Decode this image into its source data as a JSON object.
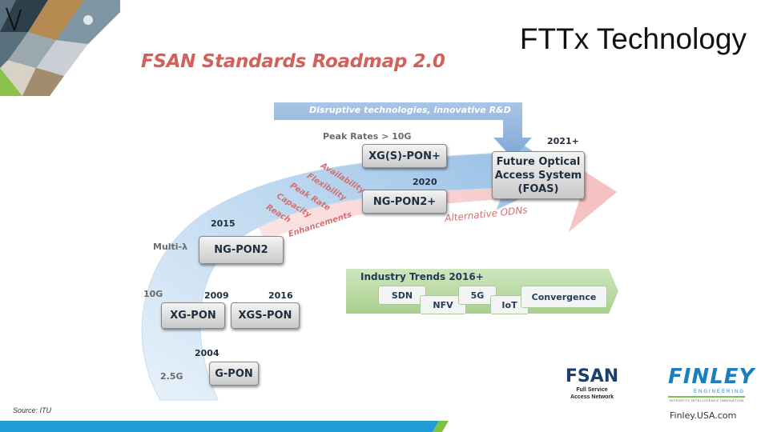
{
  "header": {
    "title": "FTTx Technology",
    "roadmap_title": "FSAN Standards Roadmap 2.0"
  },
  "diagram": {
    "disruptive_label": "Disruptive technologies, innovative R&D",
    "peak_rates_label": "Peak Rates > 10G",
    "alternative_odns_label": "Alternative ODNs",
    "enhancements_label": "Enhancements",
    "arrow_words": [
      "Availability",
      "Flexibility",
      "Peak Rate",
      "Capacity",
      "Reach"
    ],
    "years": {
      "y2021": "2021+",
      "y2020": "2020",
      "y2015": "2015",
      "y2009": "2009",
      "y2016": "2016",
      "y2004": "2004"
    },
    "rates": {
      "multi": "Multi-λ",
      "ten_g": "10G",
      "two_five_g": "2.5G"
    },
    "boxes": {
      "xgs_pon_plus": "XG(S)-PON+",
      "ng_pon2_plus": "NG-PON2+",
      "ng_pon2": "NG-PON2",
      "xg_pon": "XG-PON",
      "xgs_pon": "XGS-PON",
      "g_pon": "G-PON",
      "foas_line1": "Future Optical",
      "foas_line2": "Access System",
      "foas_line3": "(FOAS)"
    },
    "industry_trends": {
      "title": "Industry Trends 2016+",
      "items": [
        "SDN",
        "NFV",
        "5G",
        "IoT",
        "Convergence"
      ]
    }
  },
  "footer": {
    "source": "Source: ITU",
    "fsan_logo": "FSAN",
    "fsan_sub1": "Full Service",
    "fsan_sub2": "Access Network",
    "finley_logo": "FINLEY",
    "finley_sub1": "ENGINEERING",
    "finley_sub2": "INTEGRITY INTELLIGENCE INNOVATION",
    "website": "Finley.USA.com"
  },
  "colors": {
    "roadmap_title": "#d4605a",
    "footer_bar": "#1f9bd8",
    "footer_green": "#7cc243",
    "accent_green": "#8bc34a",
    "finley_blue": "#1b7fbf"
  }
}
